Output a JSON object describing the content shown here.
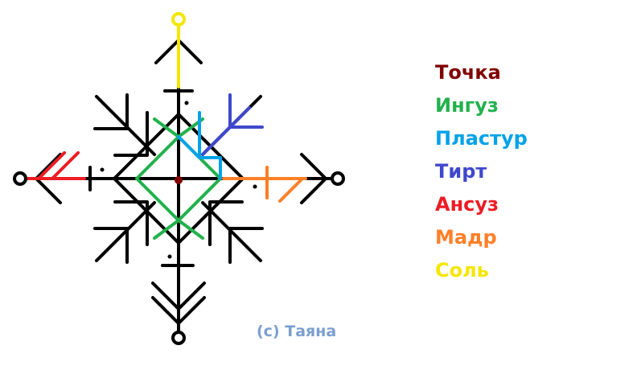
{
  "legend": [
    {
      "label": "Точка",
      "color": "#800000"
    },
    {
      "label": "Ингуз",
      "color": "#22b14c"
    },
    {
      "label": "Пластур",
      "color": "#00a2e8"
    },
    {
      "label": "Тирт",
      "color": "#3f48cc"
    },
    {
      "label": "Ансуз",
      "color": "#ed1c24"
    },
    {
      "label": "Мадр",
      "color": "#ff7f27"
    },
    {
      "label": "Соль",
      "color": "#f5e600"
    }
  ],
  "credit": "(c) Таяна",
  "colors": {
    "base": "#000000",
    "credit": "#7b9fd0"
  }
}
